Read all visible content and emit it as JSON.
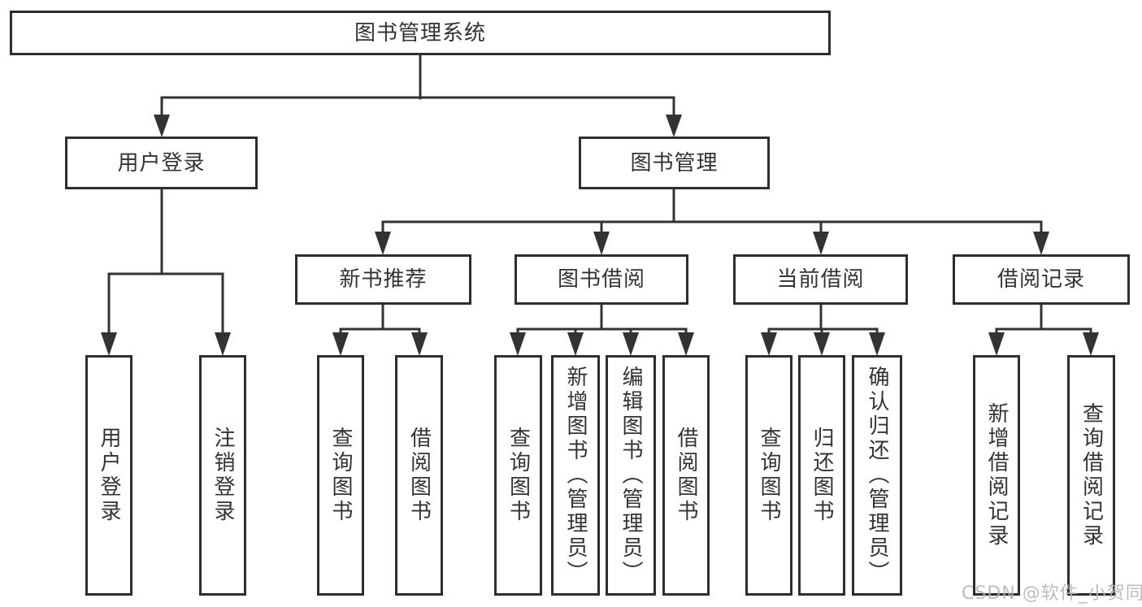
{
  "tree": {
    "label": "图书管理系统",
    "children": [
      {
        "label": "用户登录",
        "children": [
          {
            "label": "用户登录"
          },
          {
            "label": "注销登录"
          }
        ]
      },
      {
        "label": "图书管理",
        "children": [
          {
            "label": "新书推荐",
            "children": [
              {
                "label": "查询图书"
              },
              {
                "label": "借阅图书"
              }
            ]
          },
          {
            "label": "图书借阅",
            "children": [
              {
                "label": "查询图书"
              },
              {
                "label": "新增图书（管理员）"
              },
              {
                "label": "编辑图书（管理员）"
              },
              {
                "label": "借阅图书"
              }
            ]
          },
          {
            "label": "当前借阅",
            "children": [
              {
                "label": "查询图书"
              },
              {
                "label": "归还图书"
              },
              {
                "label": "确认归还（管理员）"
              }
            ]
          },
          {
            "label": "借阅记录",
            "children": [
              {
                "label": "新增借阅记录"
              },
              {
                "label": "查询借阅记录"
              }
            ]
          }
        ]
      }
    ]
  },
  "watermark": {
    "text": "CSDN @软件_小贺同学"
  },
  "colors": {
    "background": "#ffffff",
    "box_fill": "#ffffff",
    "box_border": "#2e2e2e",
    "line": "#333333",
    "text": "#333333",
    "watermark": "#b5b5b5"
  }
}
